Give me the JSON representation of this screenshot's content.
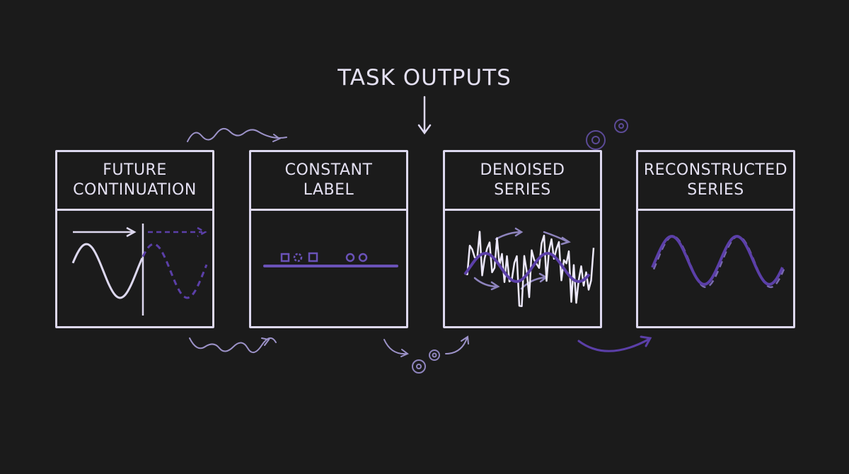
{
  "title": "TASK OUTPUTS",
  "panels": [
    {
      "label": "FUTURE\nCONTINUATION"
    },
    {
      "label": "CONSTANT\nLABEL"
    },
    {
      "label": "DENOISED\nSERIES"
    },
    {
      "label": "RECONSTRUCTED\nSERIES"
    }
  ],
  "colors": {
    "line": "#ddd8ef",
    "accent": "#5b3fa8",
    "arrow": "#9c92c8",
    "background": "#1b1b1b"
  }
}
